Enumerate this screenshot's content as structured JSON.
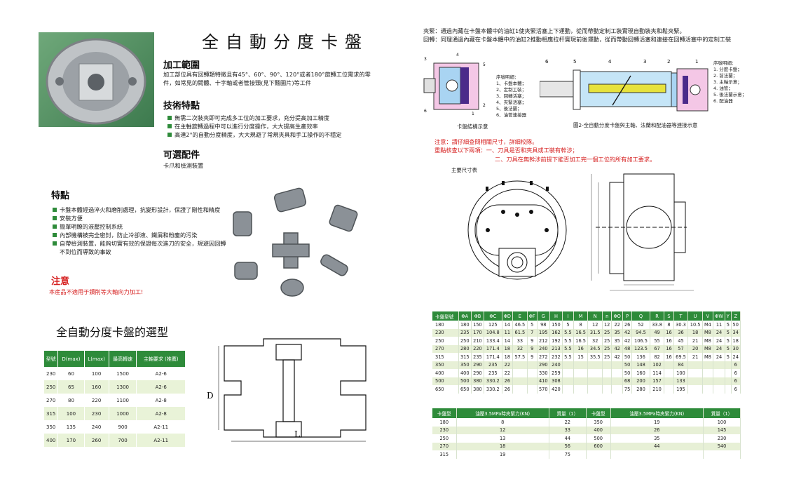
{
  "title": "全自動分度卡盤",
  "range_heading": "加工範圍",
  "range_text": "加工部位具有回轉類特徵且有45°、60°、90°、120°或者180°旋轉工位需求的零件，如常見的閥體、十字軸或者管接頭(見下麵圖片)等工件",
  "tech_heading": "技術特點",
  "tech_items": [
    "無需二次裝夾即可完成多工位的加工要求，充分提高加工精度",
    "在主軸旋轉過程中可以進行分度操作，大大提高生產效率",
    "高達2°的自動分度精度，大大規避了常規夾具和手工操作的不穩定"
  ],
  "options_heading": "可選配件",
  "options_text": "卡爪和檢測裝置",
  "features_heading": "特點",
  "feature_items": [
    "卡盤本體經過淬火和磨削處理，抗變形設計，保證了剛性和精度",
    "安裝方便",
    "簡單明瞭的液壓控制系統",
    "內部機構被完全密封，防止冷卻液、鐵屑和粉塵的污染",
    "自帶檢測裝置，能夠切實有效的保證每次進刀的安全，規避因回轉不到位而導致的事故"
  ],
  "note_heading": "注意",
  "note_text": "本産品不適用于鑽削等大軸向力加工!",
  "selection_heading": "全自動分度卡盤的選型",
  "selection_table": {
    "headers": [
      "型號",
      "D(max)",
      "L(max)",
      "最高轉速",
      "主軸要求\n(推薦)"
    ],
    "rows": [
      [
        "230",
        "60",
        "100",
        "1500",
        "A2-6"
      ],
      [
        "250",
        "65",
        "160",
        "1300",
        "A2-6"
      ],
      [
        "270",
        "80",
        "220",
        "1100",
        "A2-8"
      ],
      [
        "315",
        "100",
        "230",
        "1000",
        "A2-8"
      ],
      [
        "350",
        "135",
        "240",
        "900",
        "A2-11"
      ],
      [
        "400",
        "170",
        "260",
        "700",
        "A2-11"
      ]
    ]
  },
  "diagram_labels": {
    "d": "D",
    "l": "L"
  },
  "clamp_text": "夾緊：通過內藏在卡盤本體中的油缸1使夾緊活塞上下運動，從而帶動定制工裝實現自動裝夾和鬆夾緊。",
  "rotate_text": "回轉：同理通過內藏在卡盤本體中的油缸2推動相應拉杆實現前後運動，從而帶動回轉活塞和連接在回轉活塞中的定制工裝",
  "fig1": {
    "caption": "卡盤結構示意",
    "legend_title": "序號明細：",
    "legend": [
      "1、卡盤本體；",
      "2、定制工裝；",
      "3、回轉活塞；",
      "4、夾緊活塞；",
      "5、後法蘭；",
      "6、油管連接器"
    ],
    "nums": [
      "4",
      "3",
      "3",
      "6",
      "6",
      "5",
      "5",
      "1",
      "1",
      "2"
    ]
  },
  "fig2": {
    "caption": "圖2-全自動分度卡盤與主軸、法蘭和配油器等連接示意",
    "legend_title": "序號明細：",
    "legend": [
      "1. 分度卡盤；",
      "2. 前法蘭；",
      "3. 主軸示意；",
      "4. 油管；",
      "5. 後法蘭示意；",
      "6. 配油器"
    ],
    "nums": [
      "6",
      "5",
      "4",
      "3",
      "2",
      "1"
    ]
  },
  "warning_line1": "注意：請仔細查問相關尺寸，詳細校隊。",
  "warning_line2": "重點核查以下兩項：一、刀具是否和夾具或工裝有幹涉；",
  "warning_line3": "二、刀具在無幹涉前提下能否加工完一個工位的所有加工要求。",
  "dims_heading": "主要尺寸表",
  "spec_table": {
    "headers": [
      "卡盤型號",
      "ΦA",
      "ΦB",
      "ΦC",
      "ΦD",
      "E",
      "ΦF",
      "G",
      "H",
      "I",
      "M",
      "N",
      "n",
      "ΦO",
      "P",
      "Q",
      "R",
      "S",
      "T",
      "U",
      "V",
      "ΦW",
      "Y",
      "Z"
    ],
    "rows": [
      [
        "180",
        "180",
        "150",
        "125",
        "14",
        "46.5",
        "5",
        "98",
        "150",
        "5",
        "8",
        "12",
        "12",
        "22",
        "26",
        "52",
        "33.8",
        "8",
        "30.3",
        "10.5",
        "M4",
        "11",
        "5",
        "50"
      ],
      [
        "230",
        "235",
        "170",
        "104.8",
        "11",
        "61.5",
        "7",
        "195",
        "162",
        "5.5",
        "16.5",
        "31.5",
        "25",
        "35",
        "42",
        "94.5",
        "49",
        "16",
        "36",
        "18",
        "M8",
        "24",
        "5",
        "34"
      ],
      [
        "250",
        "250",
        "210",
        "133.4",
        "14",
        "33",
        "9",
        "212",
        "192",
        "5.5",
        "16.5",
        "32",
        "25",
        "35",
        "42",
        "106.5",
        "55",
        "16",
        "45",
        "21",
        "M8",
        "24",
        "5",
        "18"
      ],
      [
        "270",
        "280",
        "220",
        "171.4",
        "18",
        "32",
        "9",
        "240",
        "213",
        "5.5",
        "16",
        "34.5",
        "25",
        "42",
        "48",
        "123.5",
        "67",
        "16",
        "57",
        "20",
        "M8",
        "24",
        "5",
        "30"
      ],
      [
        "315",
        "315",
        "235",
        "171.4",
        "18",
        "57.5",
        "9",
        "272",
        "232",
        "5.5",
        "15",
        "35.5",
        "25",
        "42",
        "50",
        "136",
        "82",
        "16",
        "69.5",
        "21",
        "M8",
        "24",
        "5",
        "24"
      ],
      [
        "350",
        "350",
        "290",
        "235",
        "22",
        "",
        "",
        "290",
        "240",
        "",
        "",
        "",
        "",
        "",
        "50",
        "148",
        "102",
        "",
        "84",
        "",
        "",
        "",
        "",
        "6"
      ],
      [
        "400",
        "400",
        "290",
        "235",
        "22",
        "",
        "",
        "330",
        "259",
        "",
        "",
        "",
        "",
        "",
        "50",
        "160",
        "114",
        "",
        "100",
        "",
        "",
        "",
        "",
        "6"
      ],
      [
        "500",
        "500",
        "380",
        "330.2",
        "26",
        "",
        "",
        "410",
        "308",
        "",
        "",
        "",
        "",
        "",
        "68",
        "200",
        "157",
        "",
        "133",
        "",
        "",
        "",
        "",
        "6"
      ],
      [
        "650",
        "650",
        "380",
        "330.2",
        "26",
        "",
        "",
        "570",
        "420",
        "",
        "",
        "",
        "",
        "",
        "75",
        "280",
        "210",
        "",
        "195",
        "",
        "",
        "",
        "",
        "6"
      ]
    ]
  },
  "force_table": {
    "headers": [
      "卡盤型",
      "油壓3.5MPa時夾緊力(KN)",
      "質量（1）",
      "卡盤型",
      "油壓3.5MPa時夾緊力(KN)",
      "質量（1）"
    ],
    "rows": [
      [
        "180",
        "8",
        "22",
        "350",
        "19",
        "100"
      ],
      [
        "230",
        "12",
        "33",
        "400",
        "26",
        "145"
      ],
      [
        "250",
        "13",
        "44",
        "500",
        "35",
        "230"
      ],
      [
        "270",
        "18",
        "56",
        "600",
        "44",
        "540"
      ],
      [
        "315",
        "19",
        "75",
        "",
        "",
        ""
      ]
    ]
  }
}
